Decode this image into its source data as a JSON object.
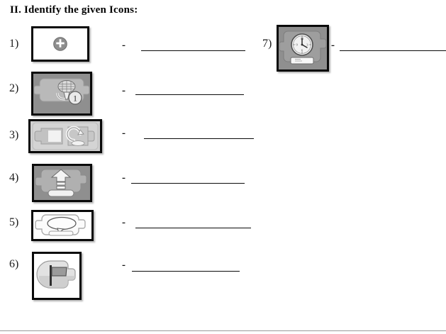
{
  "document": {
    "heading": "II. Identify the given Icons:",
    "answer_dash": "-"
  },
  "questions": [
    {
      "number": "1)",
      "icon_name": "nxt-plus-circle-icon",
      "icon_description": "gray circle with white plus sign on white block",
      "dash": "-",
      "answer": ""
    },
    {
      "number": "2)",
      "icon_name": "nxt-sound-sensor-icon",
      "icon_description": "microphone sound sensor block with port number 1",
      "dash": "-",
      "answer": ""
    },
    {
      "number": "3)",
      "icon_name": "nxt-loop-icon",
      "icon_description": "loop block with circular arrow",
      "dash": "-",
      "answer": ""
    },
    {
      "number": "4)",
      "icon_name": "nxt-move-forward-icon",
      "icon_description": "up arrow move block on gray background",
      "dash": "-",
      "answer": ""
    },
    {
      "number": "5)",
      "icon_name": "nxt-sound-output-icon",
      "icon_description": "oval speech / sound output block",
      "dash": "-",
      "answer": ""
    },
    {
      "number": "6)",
      "icon_name": "nxt-start-flag-icon",
      "icon_description": "flag start block",
      "dash": "-",
      "answer": ""
    },
    {
      "number": "7)",
      "icon_name": "nxt-wait-clock-icon",
      "icon_description": "clock wait block with value field",
      "dash": "-",
      "answer": ""
    }
  ],
  "colors": {
    "ink": "#0a0a0a",
    "block_gray": "#b3b3b3",
    "block_dark_gray": "#8f8f8f",
    "block_light_gray": "#d8d8d8",
    "footer_rule": "#9a9a9a"
  }
}
